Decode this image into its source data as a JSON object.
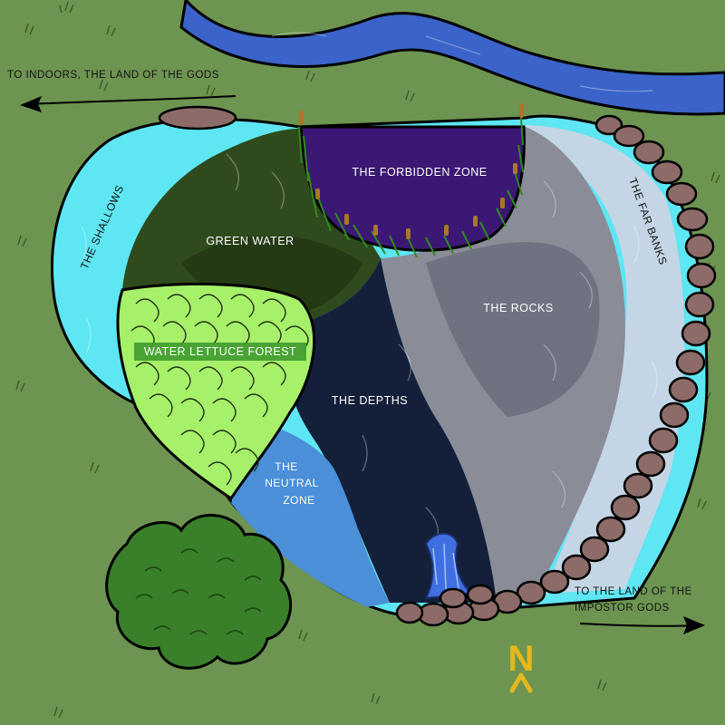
{
  "labels": {
    "to_indoors": "TO INDOORS, THE LAND OF THE GODS",
    "forbidden_zone": "THE FORBIDDEN ZONE",
    "shallows": "THE SHALLOWS",
    "green_water": "GREEN WATER",
    "far_banks": "THE FAR BANKS",
    "rocks": "THE ROCKS",
    "lettuce_forest": "WATER LETTUCE FOREST",
    "depths": "THE DEPTHS",
    "neutral_line1": "THE",
    "neutral_line2": "NEUTRAL",
    "neutral_line3": "ZONE",
    "impostor_line1": "TO THE LAND OF THE",
    "impostor_line2": "IMPOSTOR GODS"
  },
  "compass": {
    "letter": "N",
    "icon": "north-arrow-icon"
  },
  "colors": {
    "grass": "#6d9450",
    "river": "#3b63c9",
    "shallows": "#5ee6f2",
    "green_water": "#2f4a1c",
    "forbidden": "#3c1875",
    "rocks": "#8a8c98",
    "far_banks": "#c4d6e6",
    "depths": "#14203a",
    "neutral": "#4a8fd8",
    "lettuce": "#a6f06a",
    "bush": "#3a7f2a",
    "stone": "#8c6b68"
  }
}
